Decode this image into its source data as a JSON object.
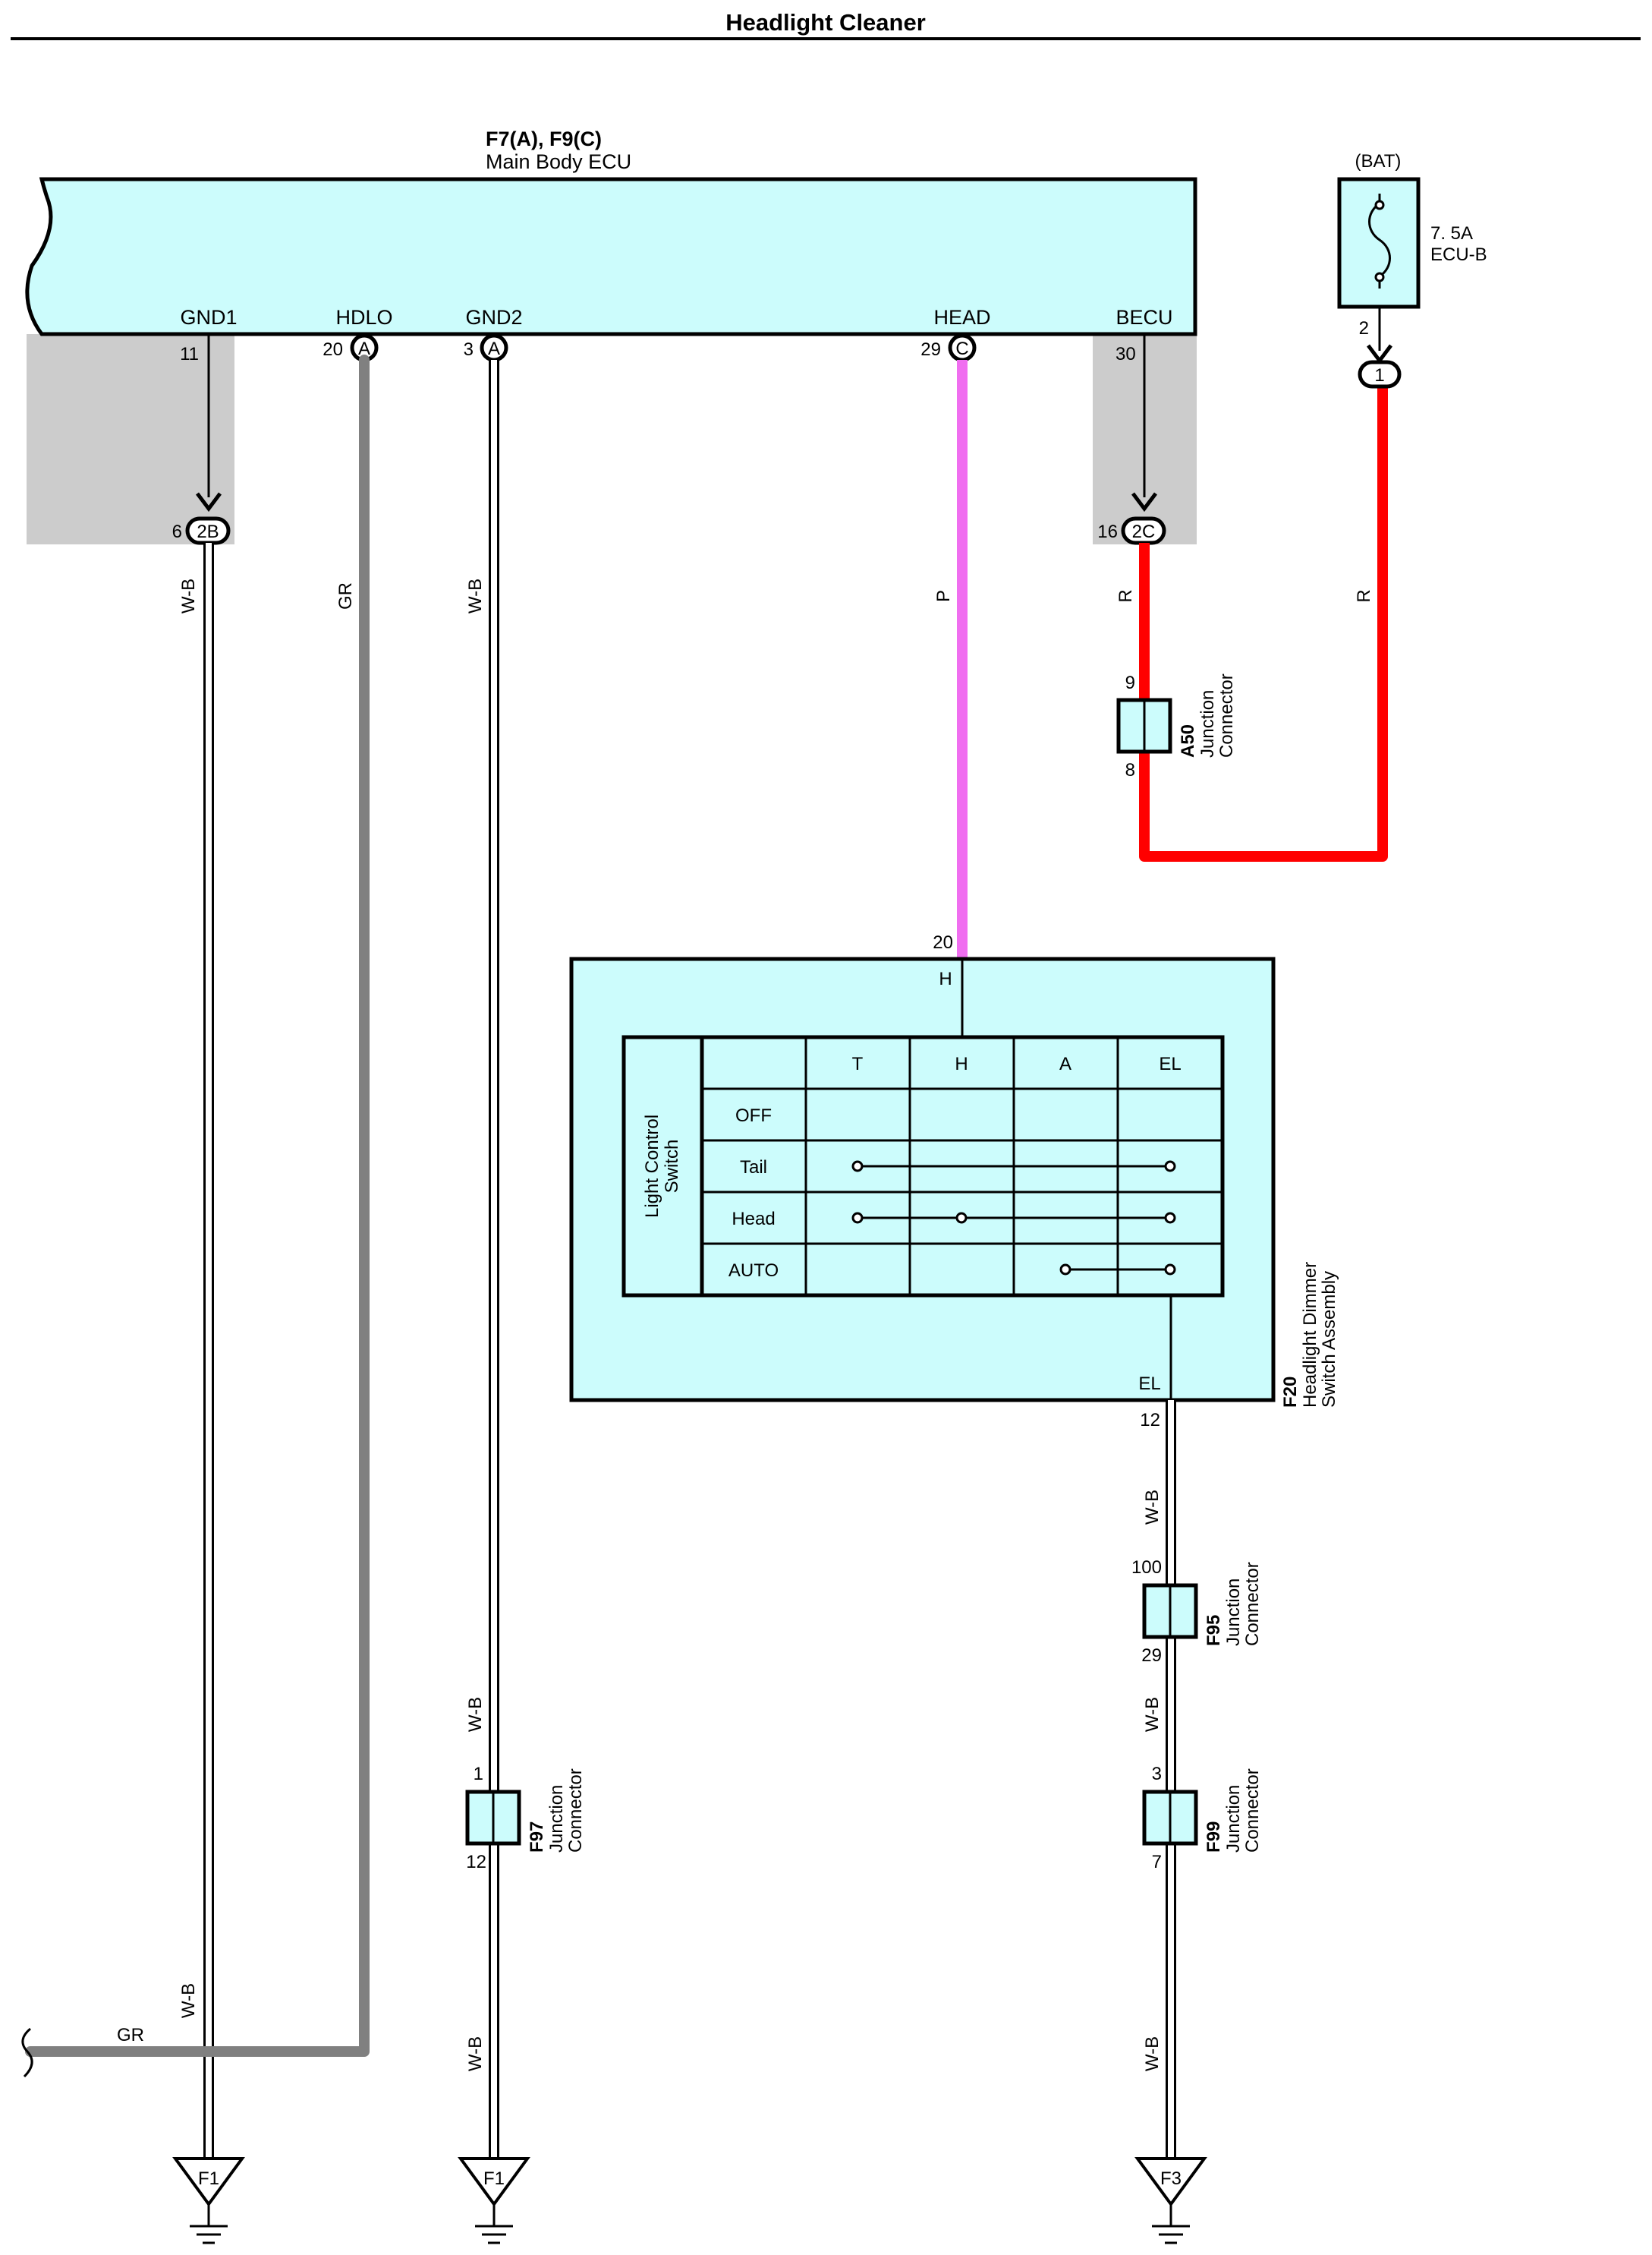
{
  "title": "Headlight Cleaner",
  "ecu": {
    "ref": "F7(A), F9(C)",
    "name": "Main Body ECU",
    "terminals": [
      {
        "name": "GND1",
        "pin": "11",
        "connector": ""
      },
      {
        "name": "HDLO",
        "pin": "20",
        "connector": "A"
      },
      {
        "name": "GND2",
        "pin": "3",
        "connector": "A"
      },
      {
        "name": "HEAD",
        "pin": "29",
        "connector": "C"
      },
      {
        "name": "BECU",
        "pin": "30",
        "connector": ""
      }
    ]
  },
  "fuse": {
    "source": "(BAT)",
    "rating": "7. 5A",
    "name": "ECU-B",
    "pin": "2",
    "junction": "1"
  },
  "junctions": {
    "j2b": {
      "pin": "6",
      "label": "2B"
    },
    "j2c": {
      "pin": "16",
      "label": "2C"
    }
  },
  "wires": {
    "gnd1": "W-B",
    "hdlo": "GR",
    "gnd2": "W-B",
    "head": "P",
    "becu": "R",
    "bat": "R",
    "hdlo_branch": "GR",
    "gnd1_lower": "W-B",
    "gnd2_lower": "W-B",
    "gnd2_mid": "W-B",
    "el_upper": "W-B",
    "el_mid": "W-B",
    "el_lower": "W-B"
  },
  "connectors": {
    "a50": {
      "id": "A50",
      "type": "Junction",
      "type2": "Connector",
      "pin_top": "9",
      "pin_bottom": "8"
    },
    "f97": {
      "id": "F97",
      "type": "Junction",
      "type2": "Connector",
      "pin_top": "1",
      "pin_bottom": "12"
    },
    "f95": {
      "id": "F95",
      "type": "Junction",
      "type2": "Connector",
      "pin_top": "100",
      "pin_bottom": "29"
    },
    "f99": {
      "id": "F99",
      "type": "Junction",
      "type2": "Connector",
      "pin_top": "3",
      "pin_bottom": "7"
    }
  },
  "switch_assembly": {
    "id": "F20",
    "name_line1": "Headlight Dimmer",
    "name_line2": "Switch Assembly",
    "pin_h": "20",
    "term_h": "H",
    "pin_el": "12",
    "term_el": "EL",
    "inner_label1": "Light Control",
    "inner_label2": "Switch",
    "columns": [
      "T",
      "H",
      "A",
      "EL"
    ],
    "rows": [
      "OFF",
      "Tail",
      "Head",
      "AUTO"
    ]
  },
  "grounds": [
    "F1",
    "F1",
    "F3"
  ]
}
